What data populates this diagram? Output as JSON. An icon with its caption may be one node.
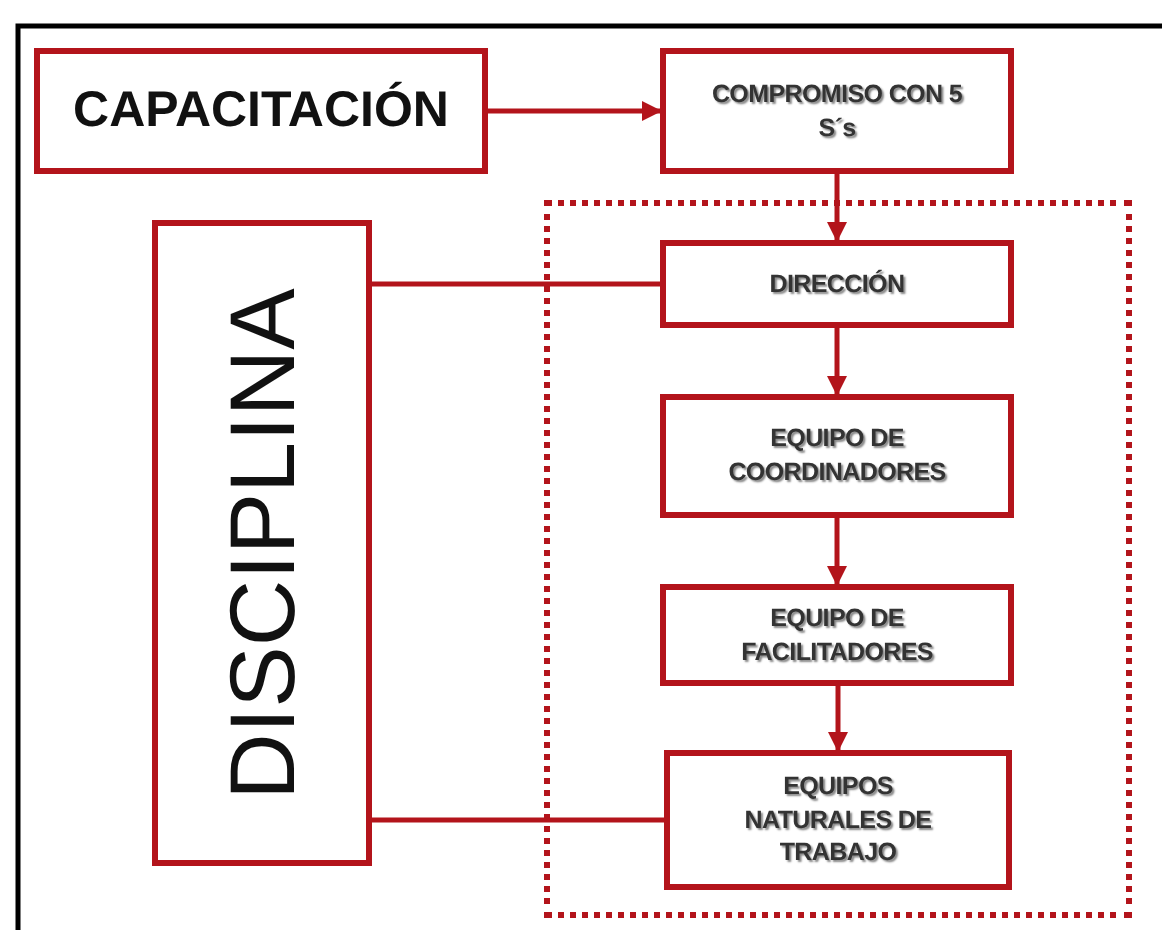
{
  "diagram": {
    "nodes": [
      {
        "text": [
          "CAPACITACIÓN"
        ]
      },
      {
        "text": [
          "COMPROMISO CON 5 S´s"
        ]
      },
      {
        "text": [
          "DISCIPLINA"
        ]
      },
      {
        "text": [],
        "shape": "box"
      },
      {
        "text": [
          "DIRECCIÓN"
        ],
        "in": 3
      },
      {
        "text": [
          "EQUIPO DE COORDINADORES"
        ],
        "in": 3
      },
      {
        "text": [
          "EQUIPO DE FACILITADORES"
        ],
        "in": 3
      },
      {
        "text": [
          "EQUIPOS NATURALES DE TRABAJO"
        ],
        "in": 3
      }
    ],
    "edges": [
      {
        "from": 0,
        "to": 1,
        "arrow": "to"
      },
      {
        "from": 1,
        "to": 4,
        "arrow": "to"
      },
      {
        "from": 2,
        "to": 4,
        "arrow": "none"
      },
      {
        "from": 4,
        "to": 5,
        "arrow": "to"
      },
      {
        "from": 5,
        "to": 6,
        "arrow": "to"
      },
      {
        "from": 6,
        "to": 7,
        "arrow": "to"
      },
      {
        "from": 2,
        "to": 7,
        "arrow": "none"
      }
    ]
  }
}
